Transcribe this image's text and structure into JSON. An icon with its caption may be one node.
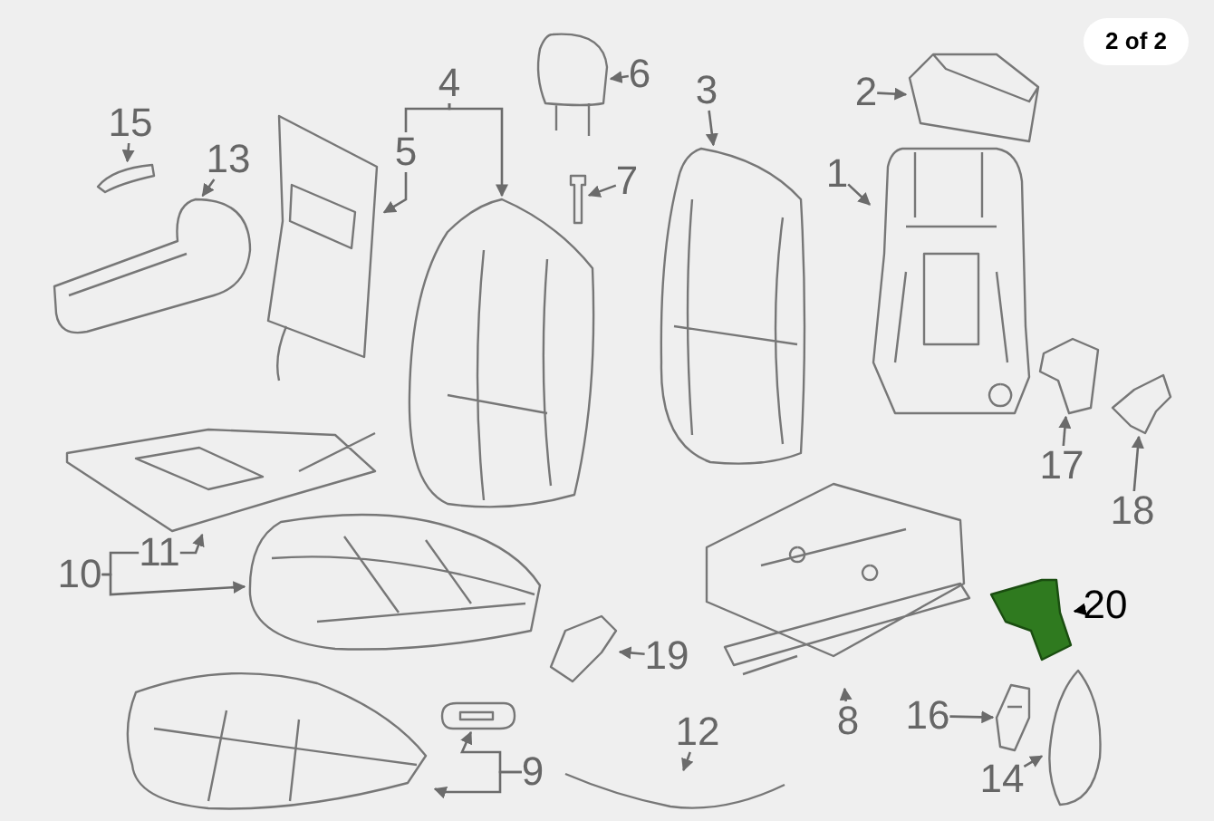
{
  "diagram": {
    "nodes": [
      {
        "text": [
          "1"
        ]
      },
      {
        "text": [
          "2"
        ]
      },
      {
        "text": [
          "3"
        ]
      },
      {
        "text": [
          "4"
        ]
      },
      {
        "text": [
          "5"
        ]
      },
      {
        "text": [
          "6"
        ]
      },
      {
        "text": [
          "7"
        ]
      },
      {
        "text": [
          "8"
        ]
      },
      {
        "text": [
          "9"
        ]
      },
      {
        "text": [
          "10"
        ]
      },
      {
        "text": [
          "11"
        ]
      },
      {
        "text": [
          "12"
        ]
      },
      {
        "text": [
          "13"
        ]
      },
      {
        "text": [
          "14"
        ]
      },
      {
        "text": [
          "15"
        ]
      },
      {
        "text": [
          "16"
        ]
      },
      {
        "text": [
          "17"
        ]
      },
      {
        "text": [
          "18"
        ]
      },
      {
        "text": [
          "19"
        ]
      },
      {
        "text": [
          "20"
        ]
      },
      {
        "text": [],
        "shape": "picture"
      },
      {
        "text": [],
        "shape": "picture"
      },
      {
        "text": [],
        "shape": "picture"
      },
      {
        "text": [],
        "shape": "picture"
      },
      {
        "text": [],
        "shape": "picture"
      },
      {
        "text": [],
        "shape": "picture"
      },
      {
        "text": [],
        "shape": "picture"
      },
      {
        "text": [],
        "shape": "picture"
      },
      {
        "text": [],
        "shape": "picture"
      },
      {
        "text": [],
        "shape": "picture"
      },
      {
        "text": [],
        "shape": "picture"
      },
      {
        "text": [],
        "shape": "picture"
      },
      {
        "text": [],
        "shape": "picture"
      },
      {
        "text": [],
        "shape": "picture"
      },
      {
        "text": [],
        "shape": "picture"
      },
      {
        "text": [],
        "shape": "picture"
      },
      {
        "text": [],
        "shape": "picture"
      },
      {
        "text": [],
        "shape": "picture"
      },
      {
        "text": [],
        "shape": "picture"
      },
      {
        "text": [],
        "shape": "picture"
      },
      {
        "text": [],
        "shape": "picture"
      }
    ],
    "edges": [
      {
        "from": 0,
        "to": 20,
        "arrow": "to"
      },
      {
        "from": 1,
        "to": 21,
        "arrow": "to"
      },
      {
        "from": 2,
        "to": 22,
        "arrow": "to"
      },
      {
        "from": 3,
        "to": 23,
        "arrow": "to"
      },
      {
        "from": 3,
        "to": 4,
        "arrow": "none"
      },
      {
        "from": 4,
        "to": 24,
        "arrow": "to"
      },
      {
        "from": 5,
        "to": 25,
        "arrow": "to"
      },
      {
        "from": 6,
        "to": 26,
        "arrow": "to"
      },
      {
        "from": 7,
        "to": 27,
        "arrow": "to"
      },
      {
        "from": 8,
        "to": 28,
        "arrow": "to"
      },
      {
        "from": 8,
        "to": 29,
        "arrow": "to"
      },
      {
        "from": 9,
        "to": 30,
        "arrow": "to"
      },
      {
        "from": 9,
        "to": 10,
        "arrow": "none"
      },
      {
        "from": 10,
        "to": 31,
        "arrow": "to"
      },
      {
        "from": 11,
        "to": 32,
        "arrow": "to"
      },
      {
        "from": 12,
        "to": 33,
        "arrow": "to"
      },
      {
        "from": 13,
        "to": 34,
        "arrow": "to"
      },
      {
        "from": 14,
        "to": 35,
        "arrow": "to"
      },
      {
        "from": 15,
        "to": 36,
        "arrow": "to"
      },
      {
        "from": 16,
        "to": 37,
        "arrow": "to"
      },
      {
        "from": 17,
        "to": 38,
        "arrow": "to"
      },
      {
        "from": 18,
        "to": 39,
        "arrow": "to"
      },
      {
        "from": 19,
        "to": 40,
        "arrow": "to",
        "color": "#000000"
      }
    ],
    "labels": [
      "2 of 2"
    ]
  }
}
